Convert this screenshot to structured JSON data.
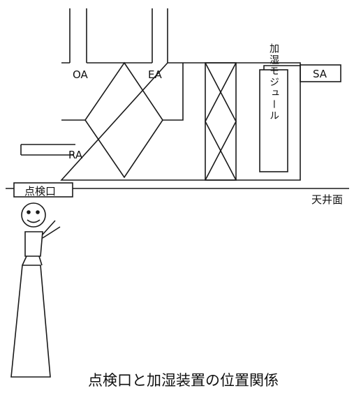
{
  "labels": {
    "oa": "OA",
    "ea": "EA",
    "sa": "SA",
    "ra": "RA",
    "module": "加湿モジュール",
    "hatch": "点検口",
    "ceiling": "天井面"
  },
  "caption": "点検口と加湿装置の位置関係",
  "colors": {
    "line": "#1a1a1a",
    "background": "#ffffff"
  }
}
